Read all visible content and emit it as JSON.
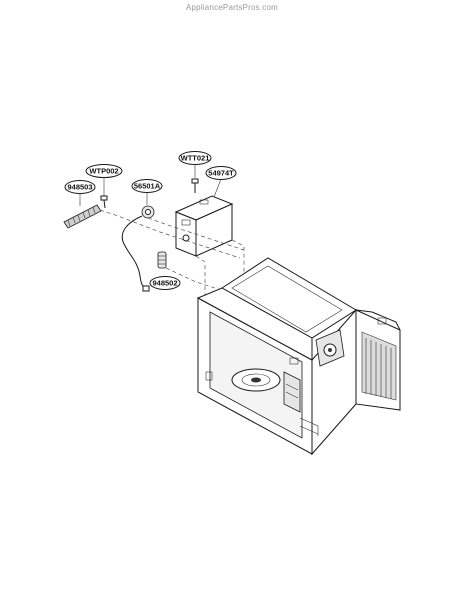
{
  "watermark": "AppliancePartsPros.com",
  "callouts": [
    {
      "id": "wtp002",
      "label": "WTP002"
    },
    {
      "id": "948503",
      "label": "948503"
    },
    {
      "id": "56501a",
      "label": "56501A"
    },
    {
      "id": "wtt021",
      "label": "WTT021"
    },
    {
      "id": "54974t",
      "label": "54974T"
    },
    {
      "id": "948502",
      "label": "948502"
    }
  ]
}
